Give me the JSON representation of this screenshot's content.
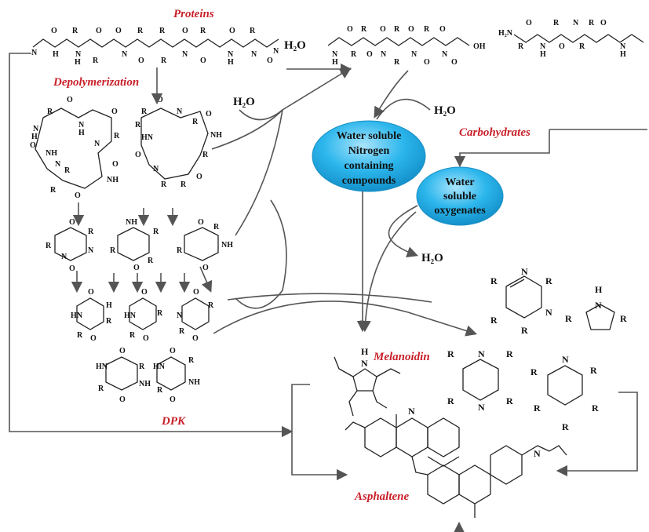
{
  "labels": {
    "proteins": "Proteins",
    "depolymerization": "Depolymerization",
    "carbohydrates": "Carbohydrates",
    "melanoidin": "Melanoidin",
    "dpk": "DPK",
    "asphaltene": "Asphaltene"
  },
  "water": {
    "top": "H₂O",
    "left": "H₂O",
    "right": "H₂O",
    "bottom": "H₂O"
  },
  "nodes": {
    "nitrogen": [
      "Water soluble",
      "Nitrogen",
      "containing",
      "compounds"
    ],
    "oxygenates": [
      "Water",
      "soluble",
      "oxygenates"
    ]
  },
  "atoms": {
    "r": "R",
    "o": "O",
    "n": "N",
    "h": "H",
    "nh": "NH",
    "hn": "HN",
    "h2n": "H₂N",
    "oh": "OH"
  },
  "colors": {
    "label_red": "#c8202a",
    "node_blue": "#2bb6ec",
    "node_blue_light": "#8fdaf8",
    "arrow_gray": "#555555"
  }
}
